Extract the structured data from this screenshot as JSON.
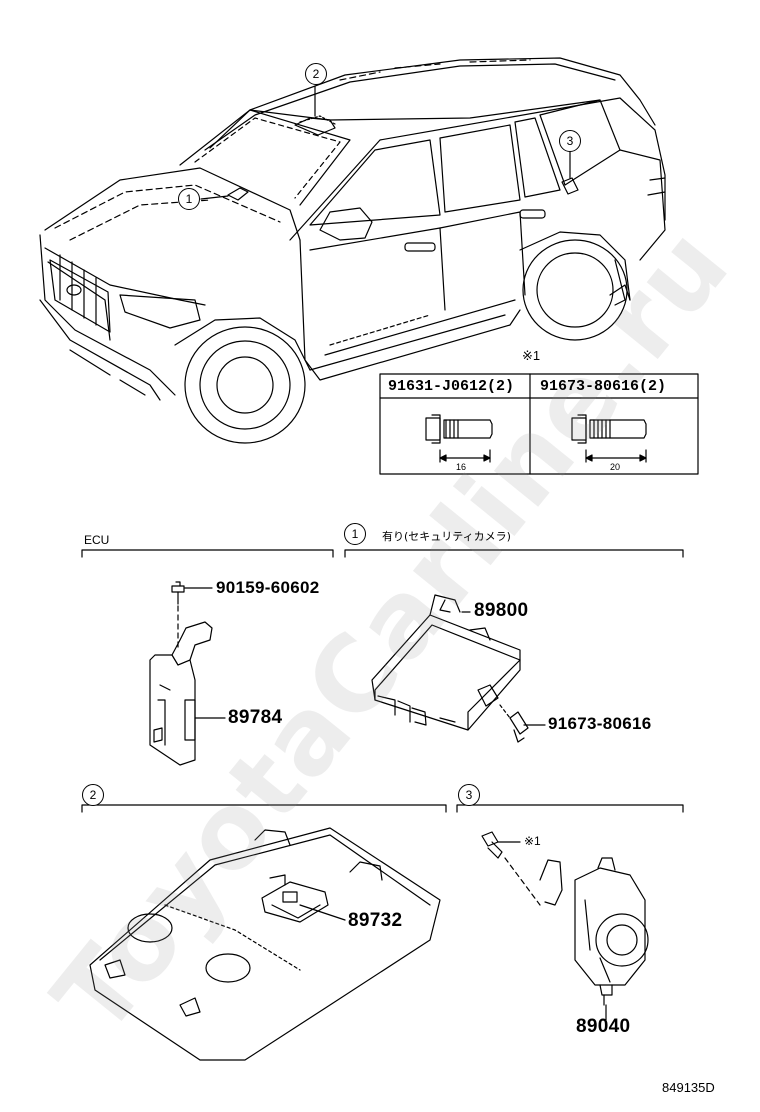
{
  "watermark": "ToyotaCarline.ru",
  "diagram_code": "849135D",
  "callouts": {
    "c1": "1",
    "c2": "2",
    "c3": "3"
  },
  "note_mark": "※1",
  "bolt_table": {
    "col1_part": "91631-J0612(2)",
    "col2_part": "91673-80616(2)",
    "col1_dim": "16",
    "col2_dim": "20"
  },
  "sections": {
    "ecu_title": "ECU",
    "s1_title": "有り(セキュリティカメラ)"
  },
  "parts": {
    "p90159": "90159-60602",
    "p89784": "89784",
    "p89800": "89800",
    "p91673": "91673-80616",
    "p89732": "89732",
    "bolt_note": "※1",
    "p89040": "89040"
  }
}
